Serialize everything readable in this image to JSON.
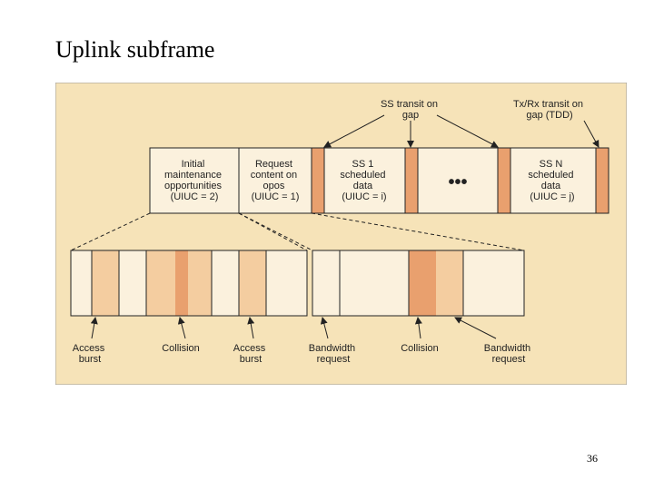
{
  "slide": {
    "title": "Uplink subframe",
    "page_number": "36"
  },
  "colors": {
    "background": "#f6e3b8",
    "cell": "#fbf1dd",
    "light": "#f4cda0",
    "dark": "#e9a06e",
    "border": "#222222"
  },
  "frame": {
    "blocks": [
      {
        "lines": [
          "Initial",
          "maintenance",
          "opportunities",
          "(UIUC = 2)"
        ]
      },
      {
        "lines": [
          "Request",
          "content on",
          "opos",
          "(UIUC = 1)"
        ]
      },
      {
        "lines": [
          "SS 1",
          "scheduled",
          "data",
          "(UIUC = i)"
        ]
      },
      {
        "lines": [
          "SS N",
          "scheduled",
          "data",
          "(UIUC = j)"
        ]
      }
    ],
    "ellipsis": "•••"
  },
  "callouts": {
    "ss_gap": [
      "SS transit on",
      "gap"
    ],
    "tdd_gap": [
      "Tx/Rx transit on",
      "gap (TDD)"
    ]
  },
  "bottom_labels": {
    "access_burst_1": [
      "Access",
      "burst"
    ],
    "collision_1": [
      "Collision"
    ],
    "access_burst_2": [
      "Access",
      "burst"
    ],
    "bandwidth_request_1": [
      "Bandwidth",
      "request"
    ],
    "collision_2": [
      "Collision"
    ],
    "bandwidth_request_2": [
      "Bandwidth",
      "request"
    ]
  }
}
